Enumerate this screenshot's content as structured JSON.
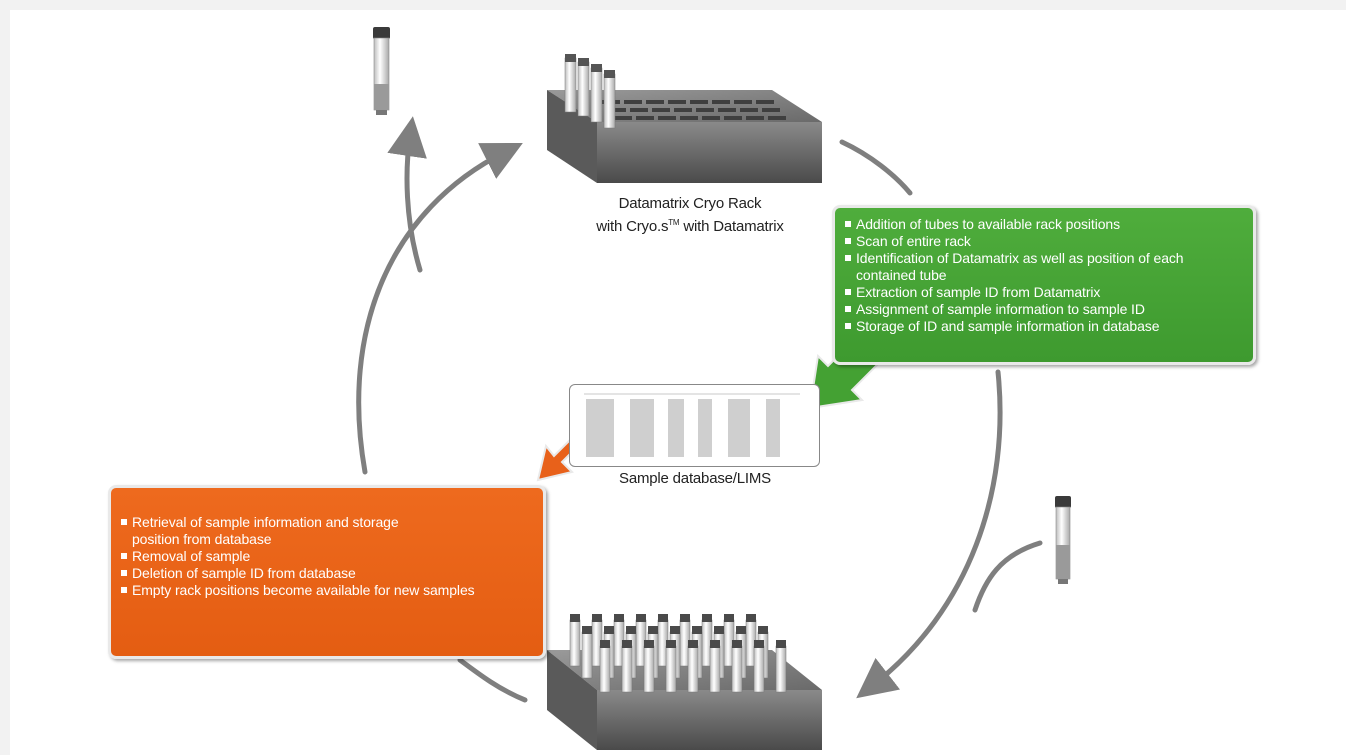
{
  "diagram": {
    "rack_caption_line1": "Datamatrix Cryo Rack",
    "rack_caption_line2_pre": "with Cryo.s",
    "rack_caption_tm": "TM",
    "rack_caption_line2_post": " with Datamatrix",
    "database_caption": "Sample database/LIMS",
    "green_items": [
      "Addition of tubes to available rack positions",
      "Scan of entire rack",
      "Identification of Datamatrix as well as position of each contained tube",
      "Extraction of sample ID from Datamatrix",
      "Assignment of sample information to sample ID",
      "Storage of ID and sample information in database"
    ],
    "orange_items": [
      "Retrieval of sample information and storage position from database",
      "Removal of sample",
      "Deletion of sample ID from database",
      "Empty rack positions become available for new samples"
    ],
    "colors": {
      "green": "#44a133",
      "orange": "#e8611a",
      "arrow_gray": "#7f7f7f",
      "rack_gray": "#6e6e6e"
    }
  }
}
